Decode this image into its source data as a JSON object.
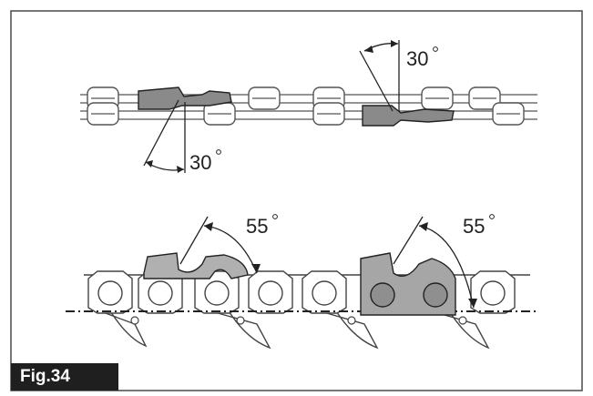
{
  "figure": {
    "label": "Fig.34",
    "angles": {
      "top_left": "30",
      "top_right": "30",
      "bottom_left": "55",
      "bottom_right": "55"
    },
    "colors": {
      "cutter_fill": "#a6a6a6",
      "cutter_dark": "#7a7a7a",
      "line": "#333333"
    }
  }
}
